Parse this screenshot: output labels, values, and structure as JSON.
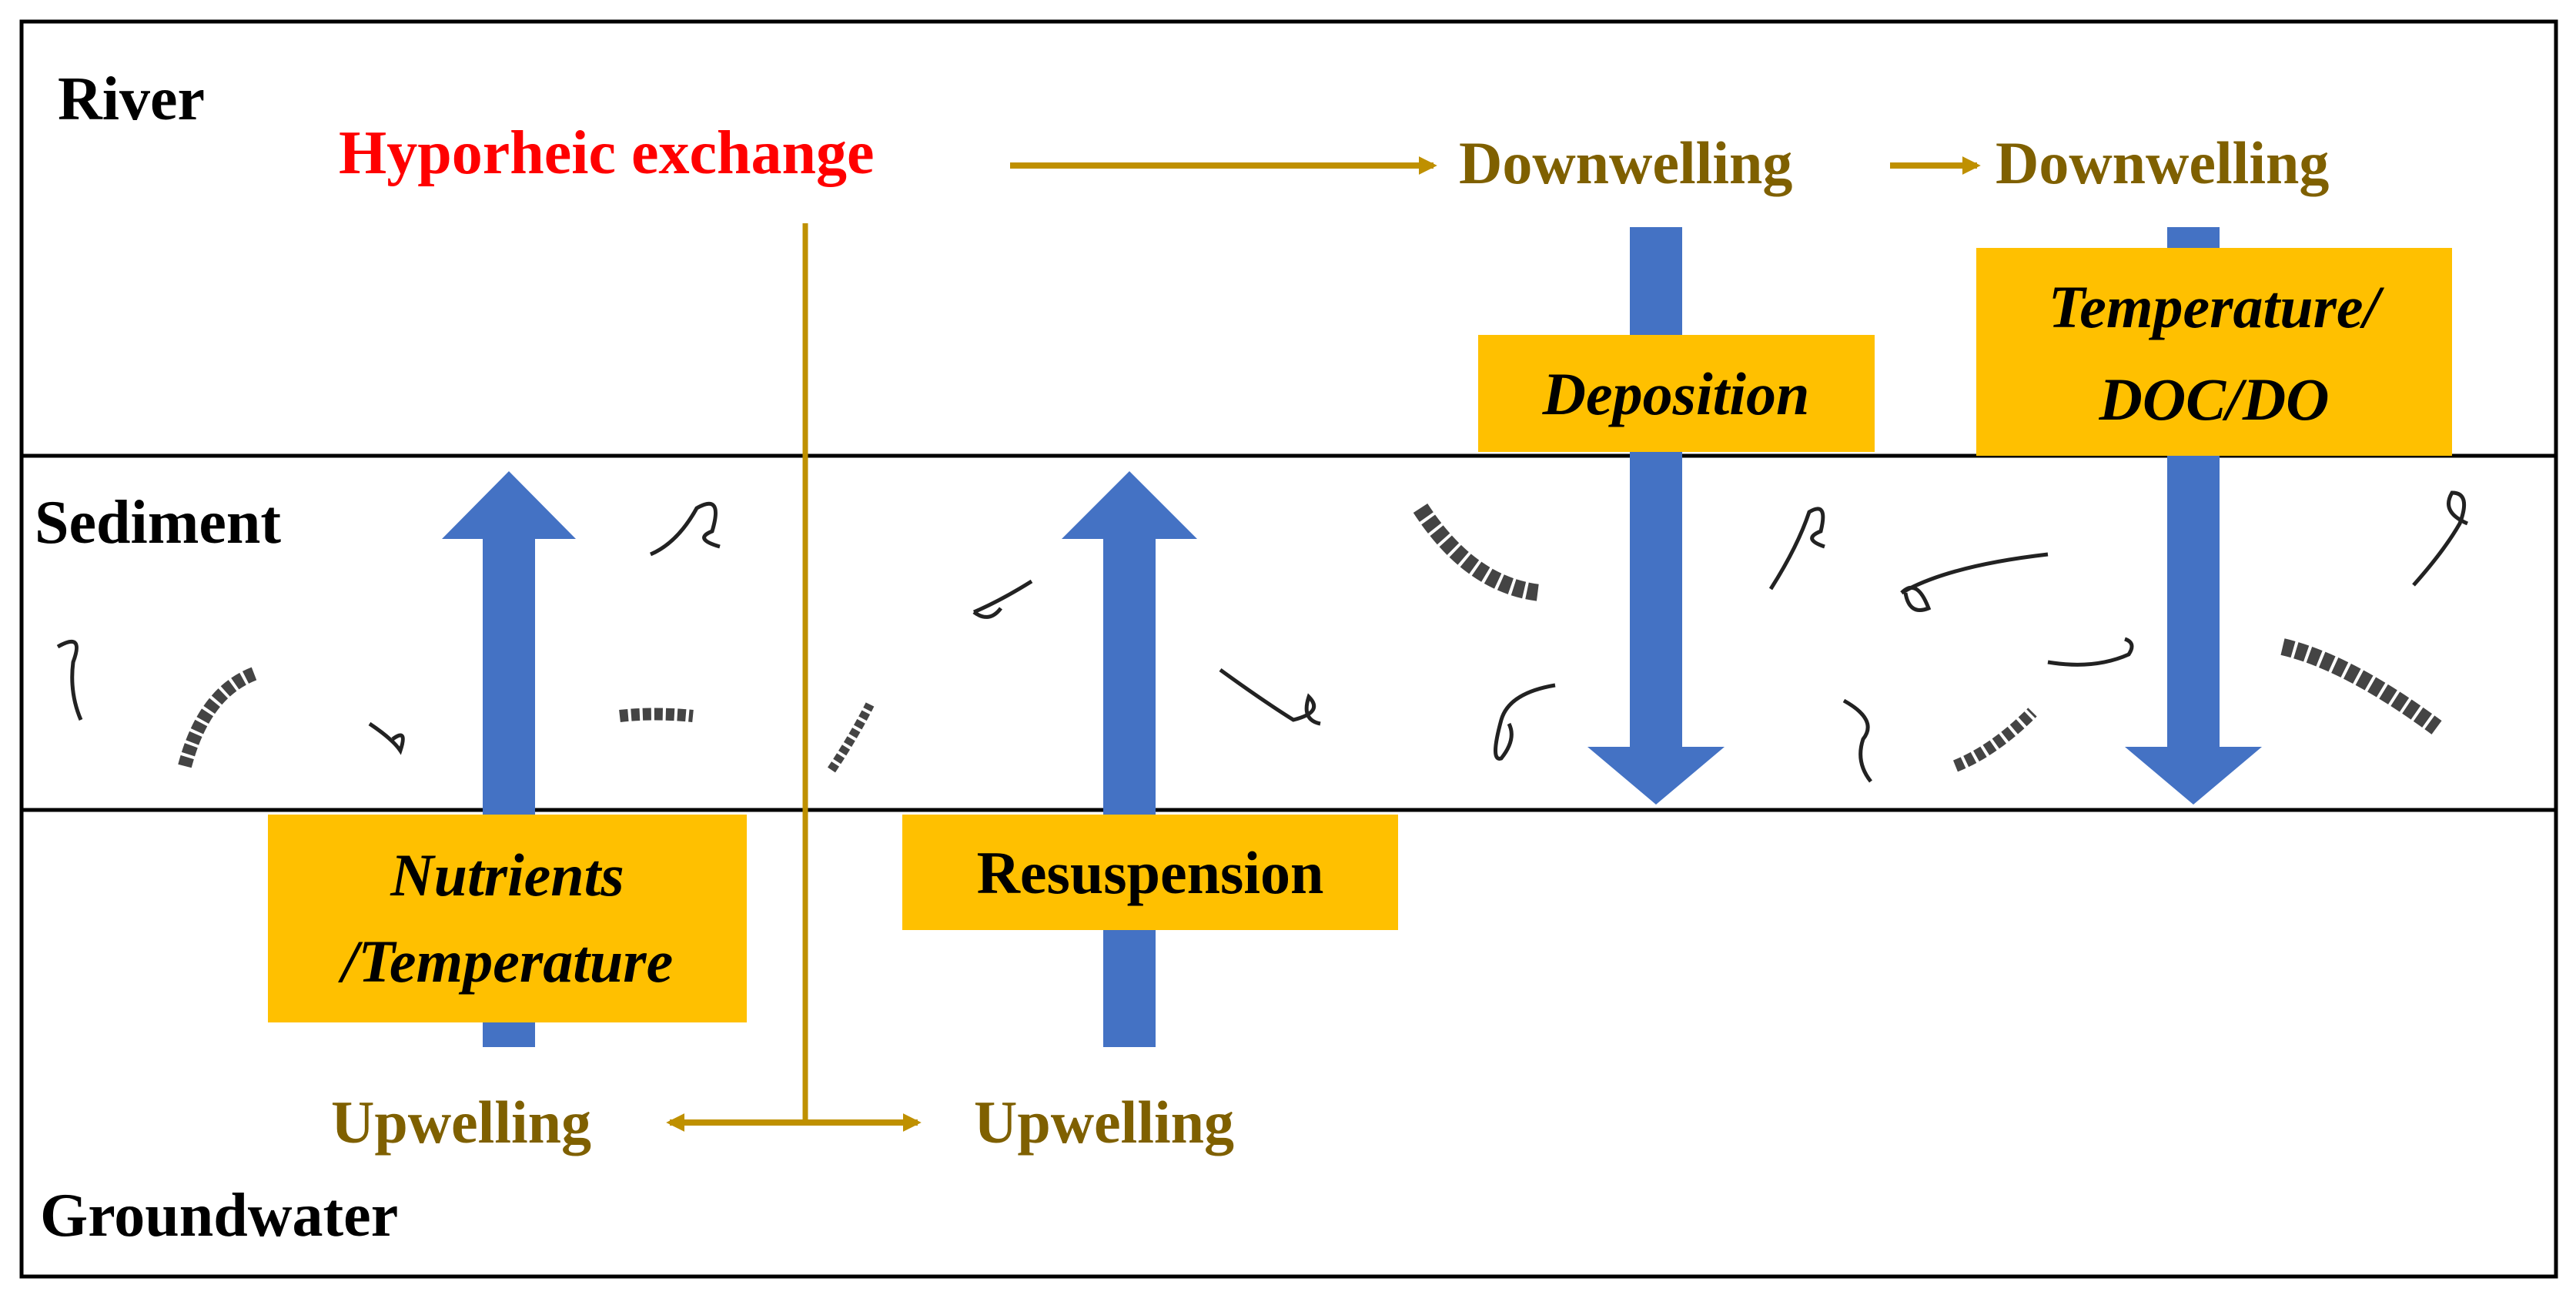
{
  "zones": {
    "river": "River",
    "sediment": "Sediment",
    "groundwater": "Groundwater"
  },
  "process": {
    "hyporheic_exchange": "Hyporheic exchange",
    "downwelling_1": "Downwelling",
    "downwelling_2": "Downwelling",
    "upwelling_1": "Upwelling",
    "upwelling_2": "Upwelling"
  },
  "boxes": {
    "nutrients_line1": "Nutrients",
    "nutrients_line2": "/Temperature",
    "resuspension": "Resuspension",
    "deposition": "Deposition",
    "temp_line1": "Temperature/",
    "temp_line2": "DOC/DO"
  },
  "colors": {
    "highlight_red": "#ff0000",
    "exchange_brown": "#7f6000",
    "connector_gold": "#bf9000",
    "arrow_blue": "#4472c4",
    "box_orange": "#ffc000",
    "border_black": "#000000"
  },
  "icons": [
    "chironomid-larva-icon",
    "tubificid-worm-icon"
  ]
}
